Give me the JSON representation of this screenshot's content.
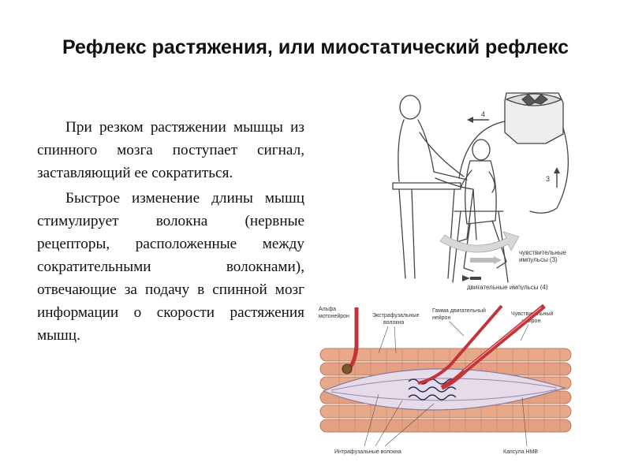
{
  "slide": {
    "title": "Рефлекс растяжения, или миостатический рефлекс",
    "paragraphs": [
      "При резком растяжении мышцы из спинного мозга поступает сигнал, заставляющий ее сократиться.",
      "Быстрое изменение длины мышц стимулирует волокна (нервные рецепторы, расположенные между сократительными волокнами), отвечающие за подачу в спинной мозг информации о скорости растяжения мышц."
    ]
  },
  "reflex_figure": {
    "arrow_4_number": "4",
    "arrow_3_number": "3",
    "legend_sensory_line1": "чувствительные",
    "legend_sensory_line2": "импульсы (3)",
    "legend_motor": "двигательные импульсы (4)"
  },
  "spindle_figure": {
    "label_alpha_line1": "Альфа",
    "label_alpha_line2": "мотонейрон",
    "label_extrafusal_line1": "Экстрафузальные",
    "label_extrafusal_line2": "волокна",
    "label_gamma_line1": "Гамма двигательный",
    "label_gamma_line2": "нейрон",
    "label_sensory_line1": "Чувствительный",
    "label_sensory_line2": "нейрон",
    "label_intrafusal": "Интрафузальные волокна",
    "label_capsule": "Капсула НМВ"
  }
}
